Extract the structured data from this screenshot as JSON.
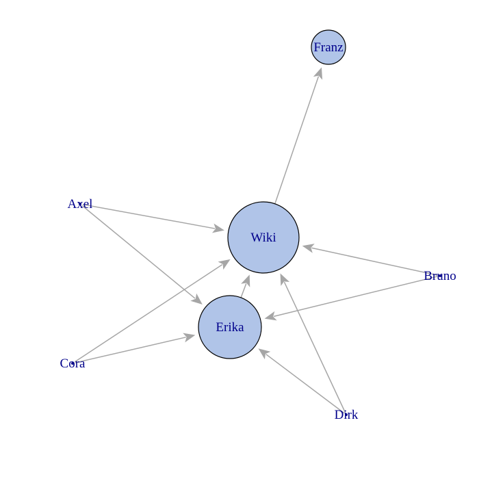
{
  "graph": {
    "node_fill": "#b0c4e8",
    "label_color": "#00008b",
    "edge_color": "#a6a6a6",
    "nodes": [
      {
        "id": "franz",
        "label": "Franz"
      },
      {
        "id": "axel",
        "label": "Axel"
      },
      {
        "id": "wiki",
        "label": "Wiki"
      },
      {
        "id": "bruno",
        "label": "Bruno"
      },
      {
        "id": "erika",
        "label": "Erika"
      },
      {
        "id": "cora",
        "label": "Cora"
      },
      {
        "id": "dirk",
        "label": "Dirk"
      }
    ],
    "edges": [
      {
        "from": "wiki",
        "to": "franz"
      },
      {
        "from": "axel",
        "to": "wiki"
      },
      {
        "from": "axel",
        "to": "erika"
      },
      {
        "from": "bruno",
        "to": "wiki"
      },
      {
        "from": "bruno",
        "to": "erika"
      },
      {
        "from": "erika",
        "to": "wiki"
      },
      {
        "from": "cora",
        "to": "wiki"
      },
      {
        "from": "cora",
        "to": "erika"
      },
      {
        "from": "dirk",
        "to": "wiki"
      },
      {
        "from": "dirk",
        "to": "erika"
      }
    ]
  }
}
